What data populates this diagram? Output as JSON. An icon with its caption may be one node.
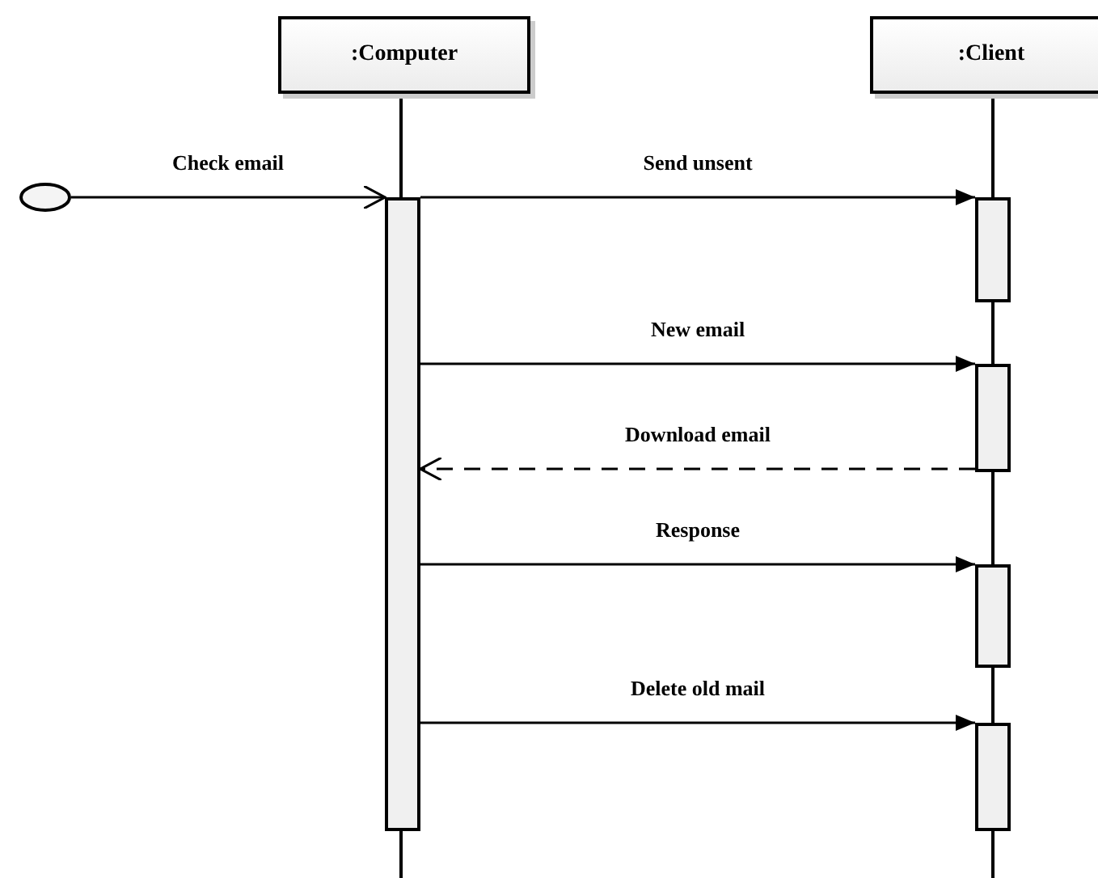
{
  "diagram": {
    "nodes": [
      {
        "text": [
          ":Computer"
        ]
      },
      {
        "text": [
          ":Client"
        ]
      },
      {
        "text": [],
        "shape": "circle"
      },
      {
        "text": [],
        "shape": "bar"
      },
      {
        "text": [],
        "shape": "bar"
      },
      {
        "text": [],
        "shape": "bar"
      },
      {
        "text": [],
        "shape": "bar"
      },
      {
        "text": [],
        "shape": "bar"
      }
    ],
    "edges": [
      {
        "from": 2,
        "to": 3,
        "arrow": "to",
        "label": "Check email"
      },
      {
        "from": 3,
        "to": 4,
        "arrow": "to",
        "label": "Send unsent"
      },
      {
        "from": 3,
        "to": 5,
        "arrow": "to",
        "label": "New email"
      },
      {
        "from": 5,
        "to": 3,
        "arrow": "to",
        "label": "Download email",
        "style": "dashed"
      },
      {
        "from": 3,
        "to": 6,
        "arrow": "to",
        "label": "Response"
      },
      {
        "from": 3,
        "to": 7,
        "arrow": "to",
        "label": "Delete old mail"
      }
    ]
  }
}
